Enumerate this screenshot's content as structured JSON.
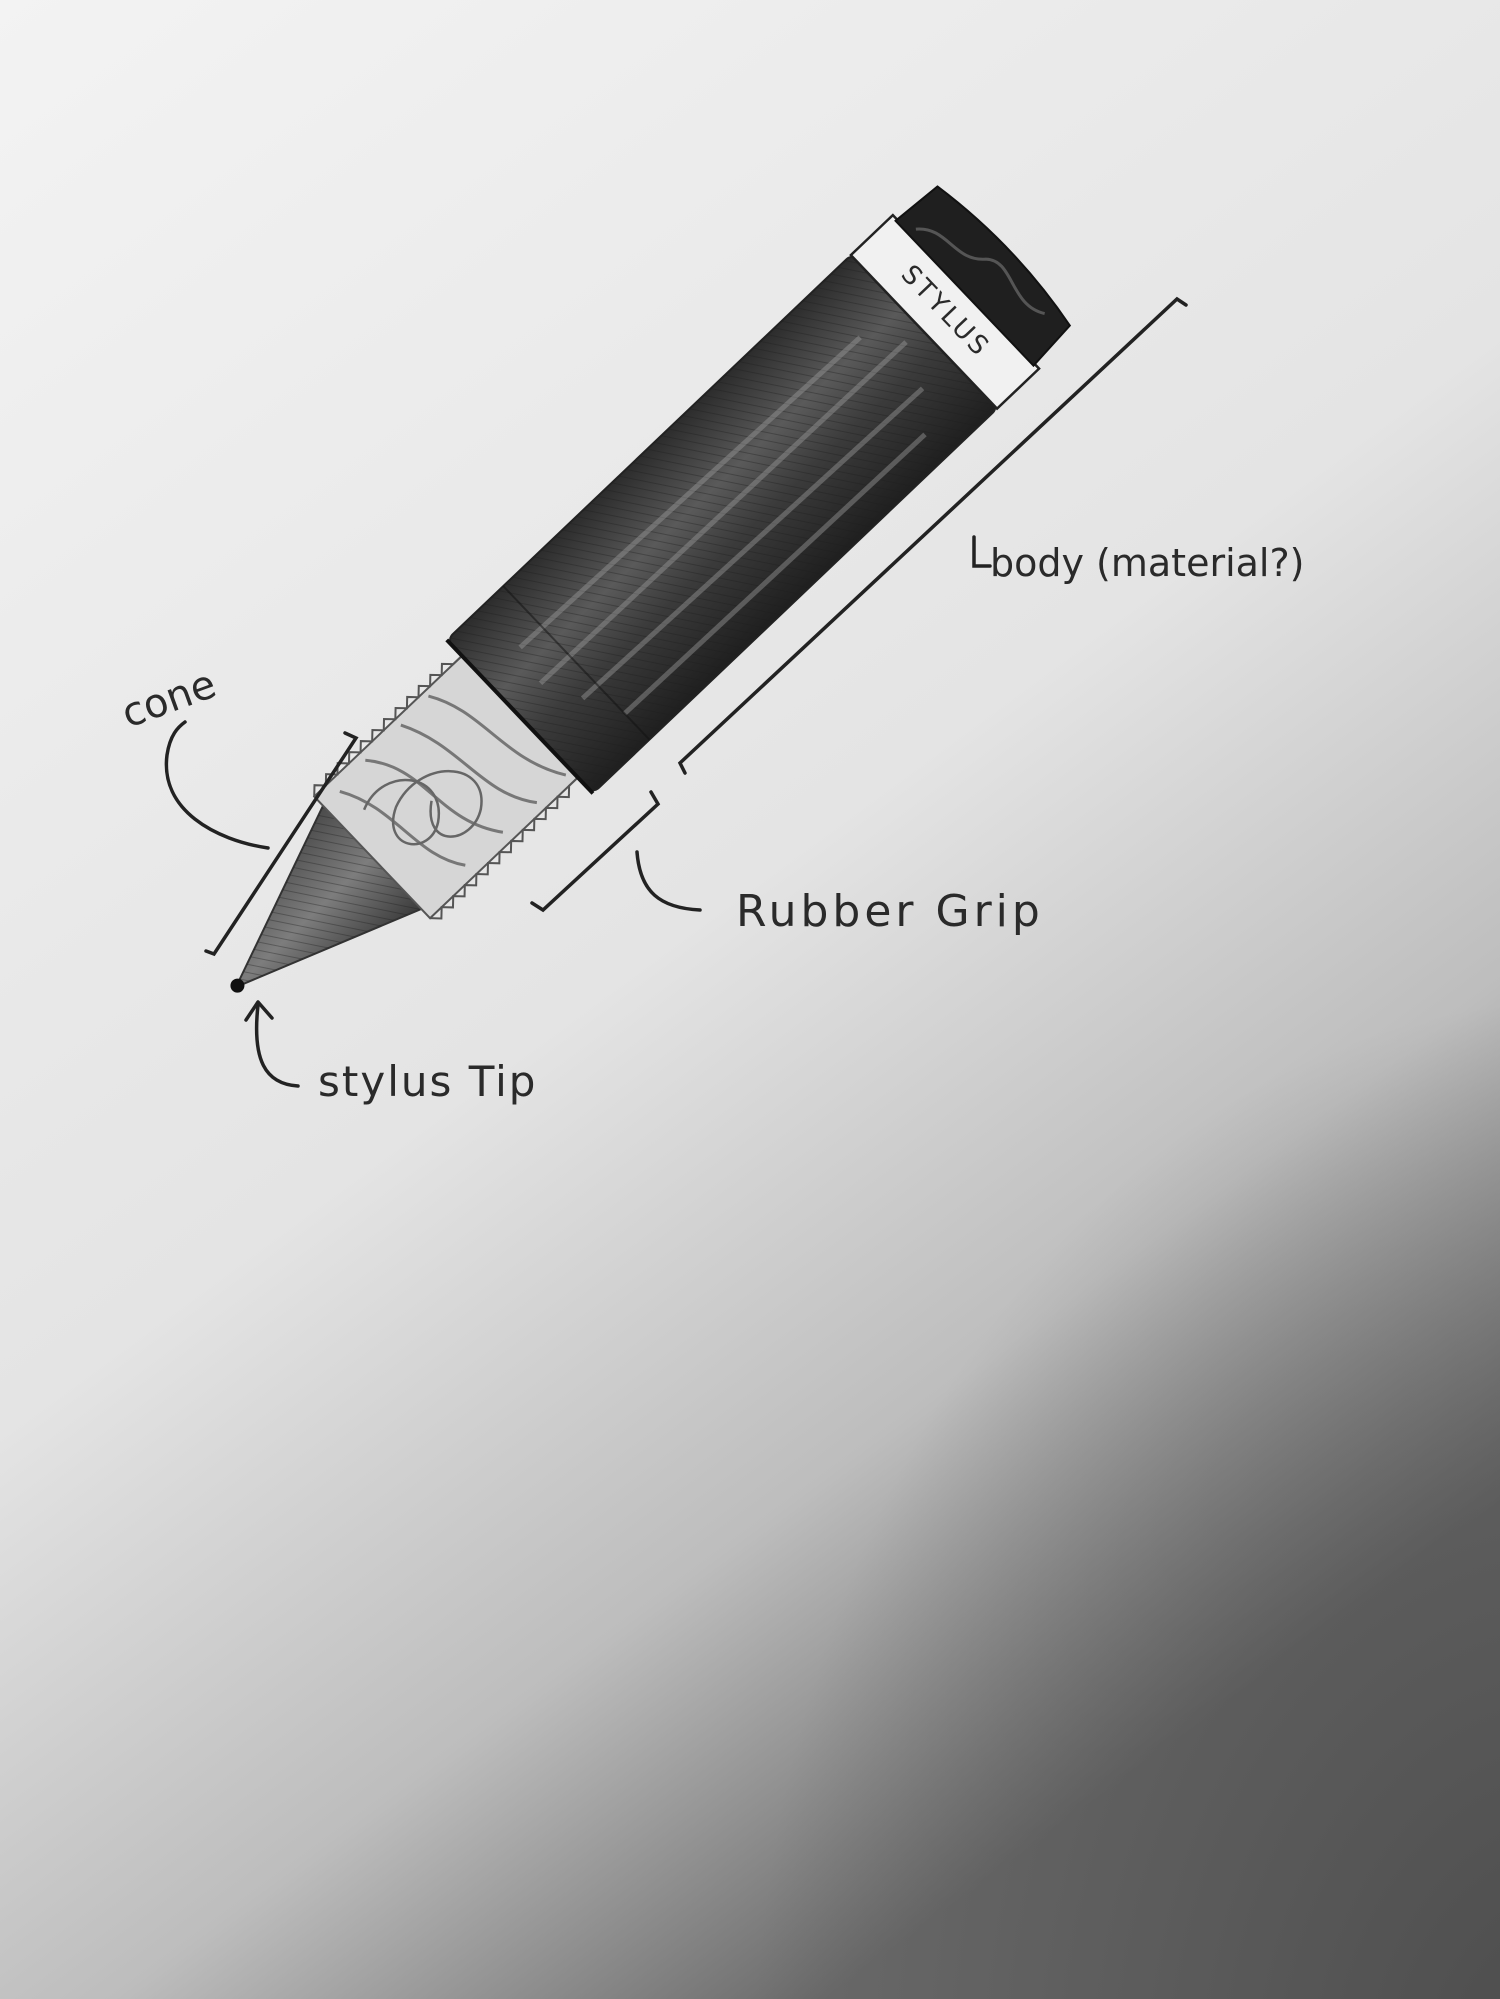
{
  "colors": {
    "paper_light": "#eeeeee",
    "paper_shadow": "#5e5e5e",
    "pencil_dark": "#262626",
    "pencil_mid": "#6c6c6c",
    "ink": "#2a2a2a"
  },
  "labels": {
    "band": "STYLUS",
    "cone": "cone",
    "body": "body (material?)",
    "grip": "Rubber Grip",
    "tip": "stylus Tip"
  }
}
